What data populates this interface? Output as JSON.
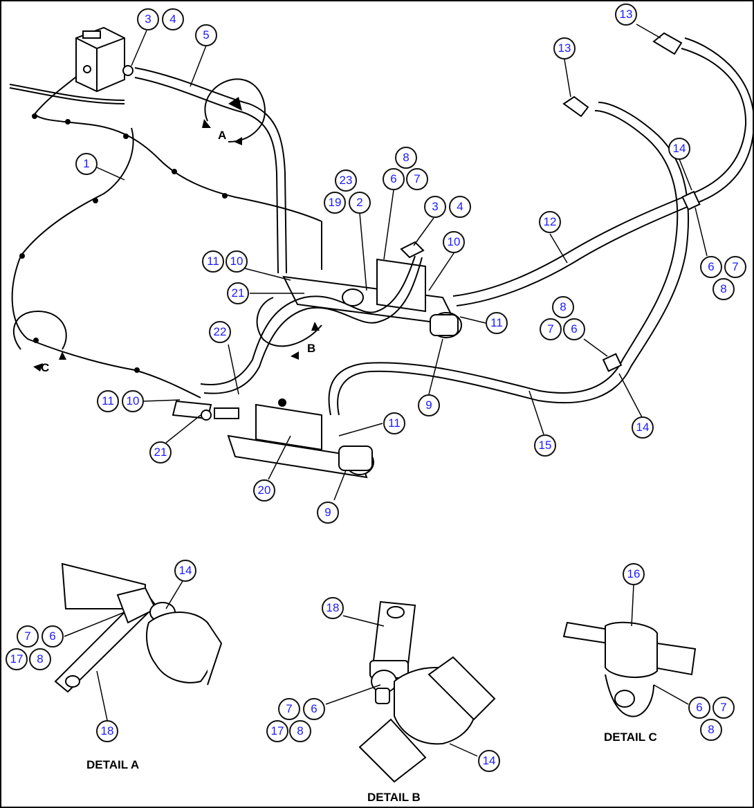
{
  "colors": {
    "callout_text": "#1a1aff",
    "line": "#000000",
    "background": "#ffffff"
  },
  "view_markers": {
    "a": "A",
    "b": "B",
    "c": "C"
  },
  "detail_captions": {
    "a": "DETAIL A",
    "b": "DETAIL B",
    "c": "DETAIL C"
  },
  "callouts": {
    "main": {
      "c3a": "3",
      "c4a": "4",
      "c5": "5",
      "c1": "1",
      "c13a": "13",
      "c13b": "13",
      "c14a": "14",
      "c8a": "8",
      "c6a": "6",
      "c7a": "7",
      "c23": "23",
      "c19": "19",
      "c2": "2",
      "c3b": "3",
      "c4b": "4",
      "c10a": "10",
      "c12": "12",
      "c6b": "6",
      "c7b": "7",
      "c8b": "8",
      "c11a": "11",
      "c10b": "10",
      "c21a": "21",
      "c11b": "11",
      "c8c": "8",
      "c7c": "7",
      "c6c": "6",
      "c22": "22",
      "c9a": "9",
      "c14b": "14",
      "c11c": "11",
      "c10c": "10",
      "c11d": "11",
      "c15": "15",
      "c21b": "21",
      "c20": "20",
      "c9b": "9"
    },
    "detail_a": {
      "c14": "14",
      "c7": "7",
      "c6": "6",
      "c17": "17",
      "c8": "8",
      "c18": "18"
    },
    "detail_b": {
      "c18": "18",
      "c7": "7",
      "c6": "6",
      "c17": "17",
      "c8": "8",
      "c14": "14"
    },
    "detail_c": {
      "c16": "16",
      "c6": "6",
      "c7": "7",
      "c8": "8"
    }
  }
}
